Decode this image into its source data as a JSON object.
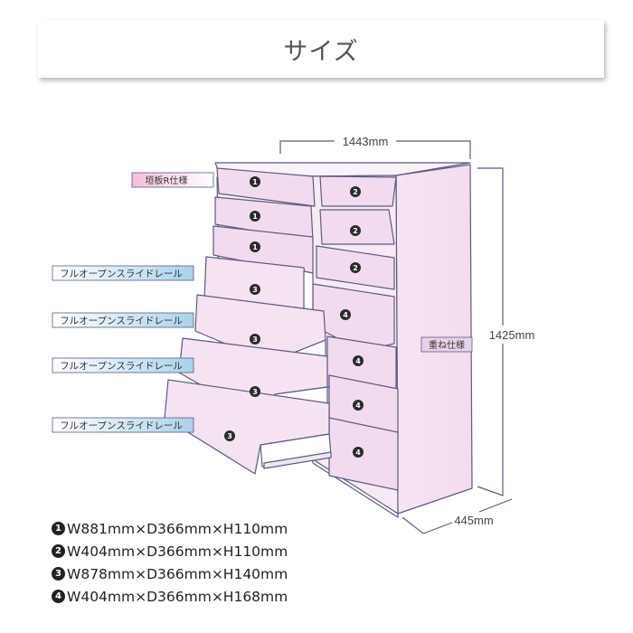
{
  "title": "サイズ",
  "dimensions": {
    "width": "1443mm",
    "height": "1425mm",
    "depth": "445mm"
  },
  "callouts": {
    "top_panel": "垣板R仕様",
    "stacked": "重ね仕様",
    "rail_1": "フルオープンスライドレール",
    "rail_2": "フルオープンスライドレール",
    "rail_3": "フルオープンスライドレール",
    "rail_4": "フルオープンスライドレール"
  },
  "drawer_badges": [
    "1",
    "2",
    "3",
    "4"
  ],
  "specs": [
    {
      "num": "1",
      "text": "W881mm×D366mm×H110mm"
    },
    {
      "num": "2",
      "text": "W404mm×D366mm×H110mm"
    },
    {
      "num": "3",
      "text": "W878mm×D366mm×H140mm"
    },
    {
      "num": "4",
      "text": "W404mm×D366mm×H168mm"
    }
  ],
  "colors": {
    "cabinet_fill": "#f6e6f2",
    "drawer_fill": "#f3dbef",
    "outline": "#5b5b82",
    "pink_label": "#f2b8d6",
    "blue_label": "#b9dbef",
    "badge": "#2b2b2b"
  }
}
